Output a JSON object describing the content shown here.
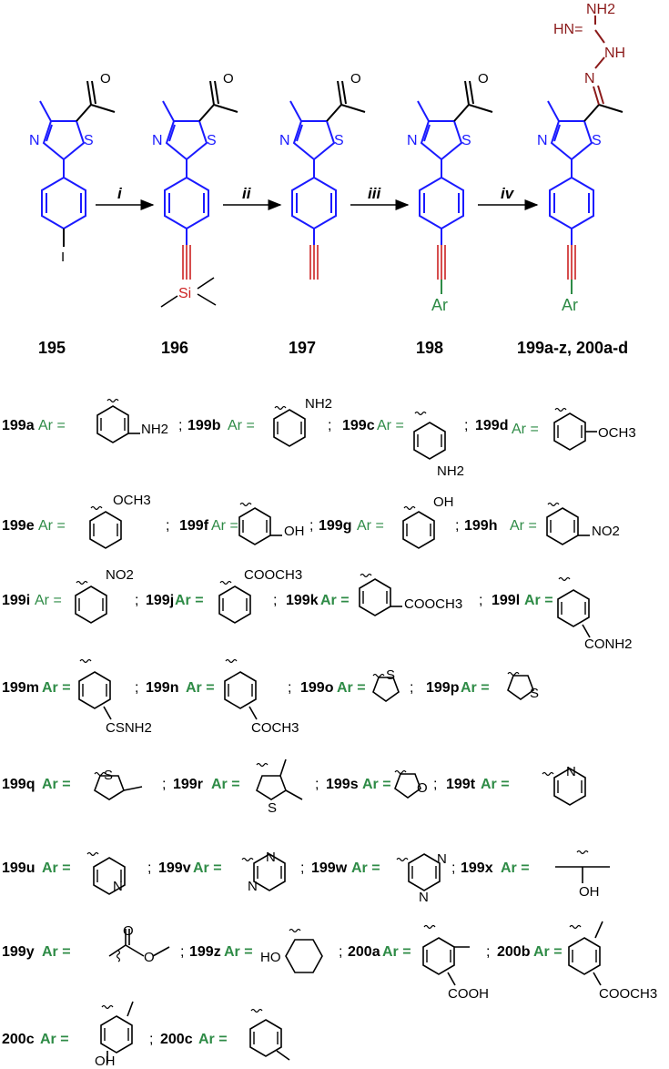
{
  "compounds": {
    "c195": "195",
    "c196": "196",
    "c197": "197",
    "c198": "198",
    "c199": "199a-z, 200a-d"
  },
  "steps": [
    "i",
    "ii",
    "iii",
    "iv"
  ],
  "atoms": {
    "S": "S",
    "N": "N",
    "O": "O",
    "I": "I",
    "Si": "Si",
    "Ar": "Ar",
    "NH2": "NH2",
    "HN": "HN=",
    "NH": "NH",
    "N_eq": "N"
  },
  "ar_eq": "Ar =",
  "separator": ";",
  "substituents": {
    "NH2": "NH2",
    "OCH3": "OCH3",
    "OH": "OH",
    "NO2": "NO2",
    "COOCH3": "COOCH3",
    "CONH2": "CONH2",
    "CSNH2": "CSNH2",
    "COCH3": "COCH3",
    "COOH": "COOH",
    "HO": "HO",
    "S": "S",
    "O": "O",
    "N": "N"
  },
  "labels": {
    "a199a": "199a",
    "a199b": "199b",
    "a199c": "199c",
    "a199d": "199d",
    "a199e": "199e",
    "a199f": "199f",
    "a199g": "199g",
    "a199h": "199h",
    "a199i": "199i",
    "a199j": "199j",
    "a199k": "199k",
    "a199l": "199l",
    "a199m": "199m",
    "a199n": "199n",
    "a199o": "199o",
    "a199p": "199p",
    "a199q": "199q",
    "a199r": "199r",
    "a199s": "199s",
    "a199t": "199t",
    "a199u": "199u",
    "a199v": "199v",
    "a199w": "199w",
    "a199x": "199x",
    "a199y": "199y",
    "a199z": "199z",
    "a200a": "200a",
    "a200b": "200b",
    "a200c1": "200c",
    "a200c2": "200c"
  },
  "colors": {
    "scaffold": "#1a1aff",
    "alkyne": "#cc2222",
    "aryl": "#2e8b46",
    "guanidine": "#8b1a1a",
    "bonds": "#000000"
  }
}
